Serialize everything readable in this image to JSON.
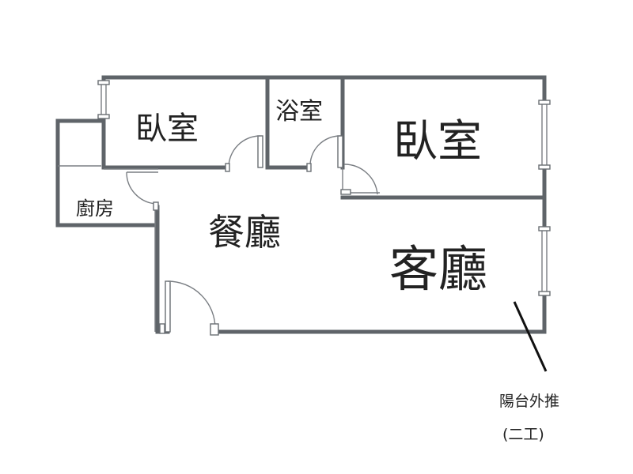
{
  "rooms": {
    "bedroom_left": "臥室",
    "bathroom": "浴室",
    "bedroom_right": "臥室",
    "kitchen": "廚房",
    "dining": "餐廳",
    "living": "客廳"
  },
  "note": {
    "line1": "陽台外推",
    "line2": "(二工)"
  },
  "colors": {
    "wall": "#5f6469",
    "background": "#ffffff",
    "text": "#222222"
  }
}
